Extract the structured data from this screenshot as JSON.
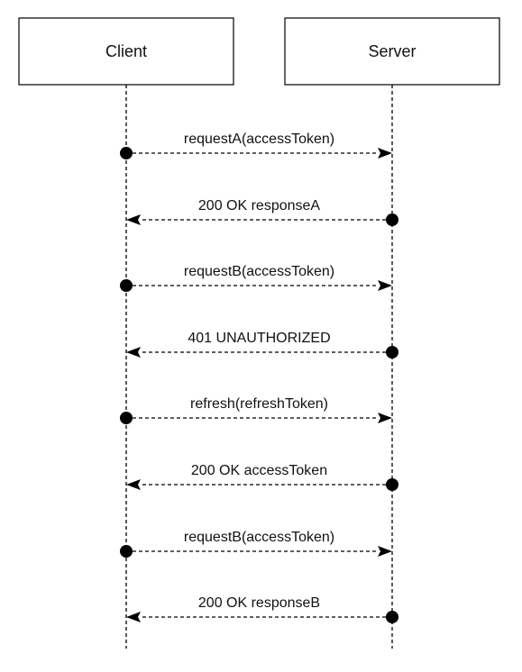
{
  "participants": [
    {
      "id": "client",
      "label": "Client"
    },
    {
      "id": "server",
      "label": "Server"
    }
  ],
  "messages": [
    {
      "from": "client",
      "to": "server",
      "label": "requestA(accessToken)"
    },
    {
      "from": "server",
      "to": "client",
      "label": "200 OK responseA"
    },
    {
      "from": "client",
      "to": "server",
      "label": "requestB(accessToken)"
    },
    {
      "from": "server",
      "to": "client",
      "label": "401 UNAUTHORIZED"
    },
    {
      "from": "client",
      "to": "server",
      "label": "refresh(refreshToken)"
    },
    {
      "from": "server",
      "to": "client",
      "label": "200 OK accessToken"
    },
    {
      "from": "client",
      "to": "server",
      "label": "requestB(accessToken)"
    },
    {
      "from": "server",
      "to": "client",
      "label": "200 OK responseB"
    }
  ]
}
